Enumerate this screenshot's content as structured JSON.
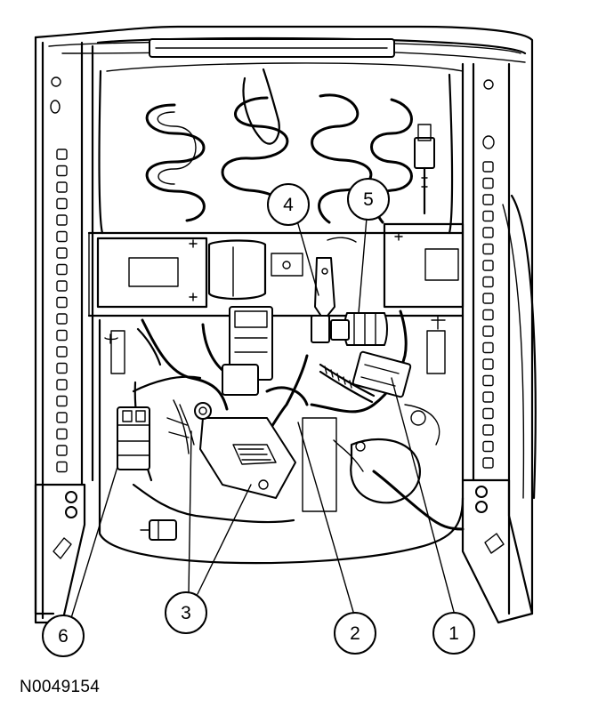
{
  "figure_id": "N0049154",
  "callouts": [
    {
      "label": "1"
    },
    {
      "label": "2"
    },
    {
      "label": "3"
    },
    {
      "label": "4"
    },
    {
      "label": "5"
    },
    {
      "label": "6"
    }
  ]
}
